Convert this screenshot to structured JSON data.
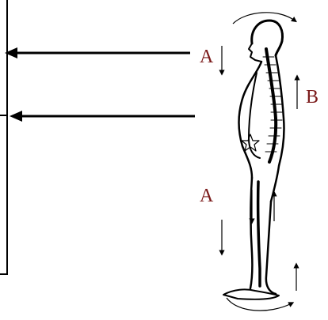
{
  "labels": {
    "a_top": "A",
    "b": "B",
    "a_bottom": "A"
  },
  "colors": {
    "label": "#7b1a1a",
    "line": "#000000"
  }
}
